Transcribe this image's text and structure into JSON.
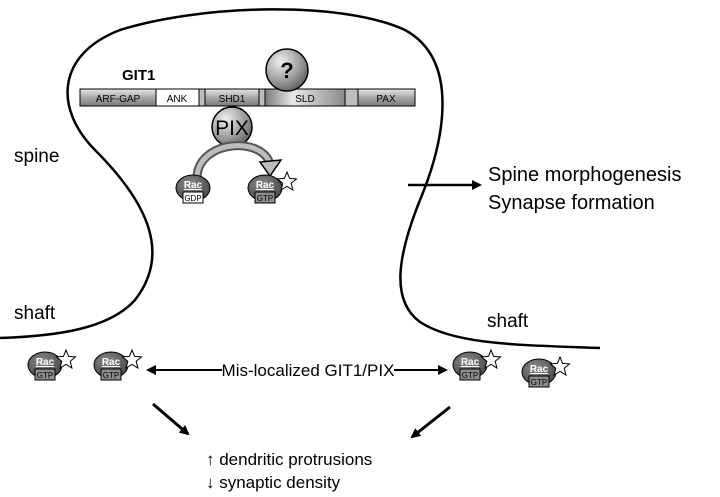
{
  "protein": {
    "name": "GIT1",
    "domains": [
      "ARF-GAP",
      "ANK",
      "SHD1",
      "SLD",
      "PAX"
    ],
    "unknown_partner": "?",
    "partner": "PIX"
  },
  "regions": {
    "spine": "spine",
    "shaft_left": "shaft",
    "shaft_right": "shaft"
  },
  "rac": {
    "name": "Rac",
    "gdp": "GDP",
    "gtp": "GTP"
  },
  "outcomes": {
    "line1": "Spine morphogenesis",
    "line2": "Synapse formation"
  },
  "mislocalized": "Mis-localized GIT1/PIX",
  "effects": {
    "line1": "↑ dendritic protrusions",
    "line2": "↓ synaptic density"
  },
  "colors": {
    "rac_body": "#5a5a5a",
    "bar_fill": "#b8b8b8",
    "outline": "#000000"
  }
}
